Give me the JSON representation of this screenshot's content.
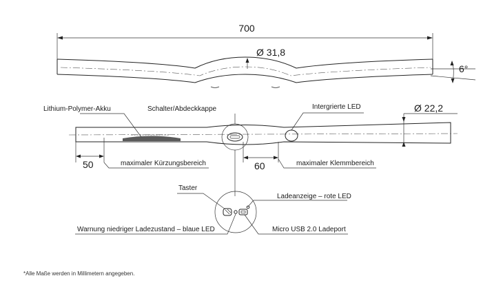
{
  "dimensions": {
    "overall_width": "700",
    "clamp_diameter": "Ø 31,8",
    "bend_angle": "6°",
    "grip_diameter": "Ø 22,2",
    "cut_length": "50",
    "clamp_length": "60"
  },
  "labels": {
    "battery": "Lithium-Polymer-Akku",
    "switch_cover": "Schalter/Abdeckkappe",
    "integrated_led": "Intergrierte LED",
    "max_cut_area": "maximaler Kürzungsbereich",
    "max_clamp_area": "maximaler Klemmbereich",
    "button": "Taster",
    "charge_indicator": "Ladeanzeige – rote LED",
    "low_charge_warning": "Warnung niedriger Ladezustand – blaue LED",
    "usb_port": "Micro USB 2.0 Ladeport"
  },
  "footnote": "*Alle Maße werden in Millimetern angegeben.",
  "colors": {
    "line": "#222222",
    "text": "#1a1a1a"
  }
}
